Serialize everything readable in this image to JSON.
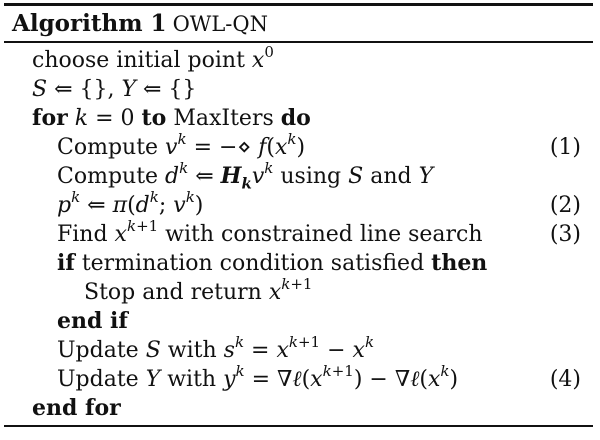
{
  "algorithm": {
    "label": "Algorithm 1",
    "name": "OWL-QN",
    "lines": [
      {
        "text": "choose initial point x⁰",
        "number": ""
      },
      {
        "text": "S ⇐ {}, Y ⇐ {}",
        "number": ""
      },
      {
        "text": "for k = 0 to MaxIters do",
        "number": ""
      },
      {
        "text": "Compute vᵏ = −⋄ f(xᵏ)",
        "number": "(1)"
      },
      {
        "text": "Compute dᵏ ⇐ Hₖvᵏ using S and Y",
        "number": ""
      },
      {
        "text": "pᵏ ⇐ π(dᵏ; vᵏ)",
        "number": "(2)"
      },
      {
        "text": "Find xᵏ⁺¹ with constrained line search",
        "number": "(3)"
      },
      {
        "text": "if termination condition satisfied then",
        "number": ""
      },
      {
        "text": "Stop and return xᵏ⁺¹",
        "number": ""
      },
      {
        "text": "end if",
        "number": ""
      },
      {
        "text": "Update S with sᵏ = xᵏ⁺¹ − xᵏ",
        "number": ""
      },
      {
        "text": "Update Y with yᵏ = ∇ℓ(xᵏ⁺¹) − ∇ℓ(xᵏ)",
        "number": "(4)"
      },
      {
        "text": "end for",
        "number": ""
      }
    ]
  },
  "colors": {
    "text": "#111111",
    "background": "#ffffff"
  }
}
